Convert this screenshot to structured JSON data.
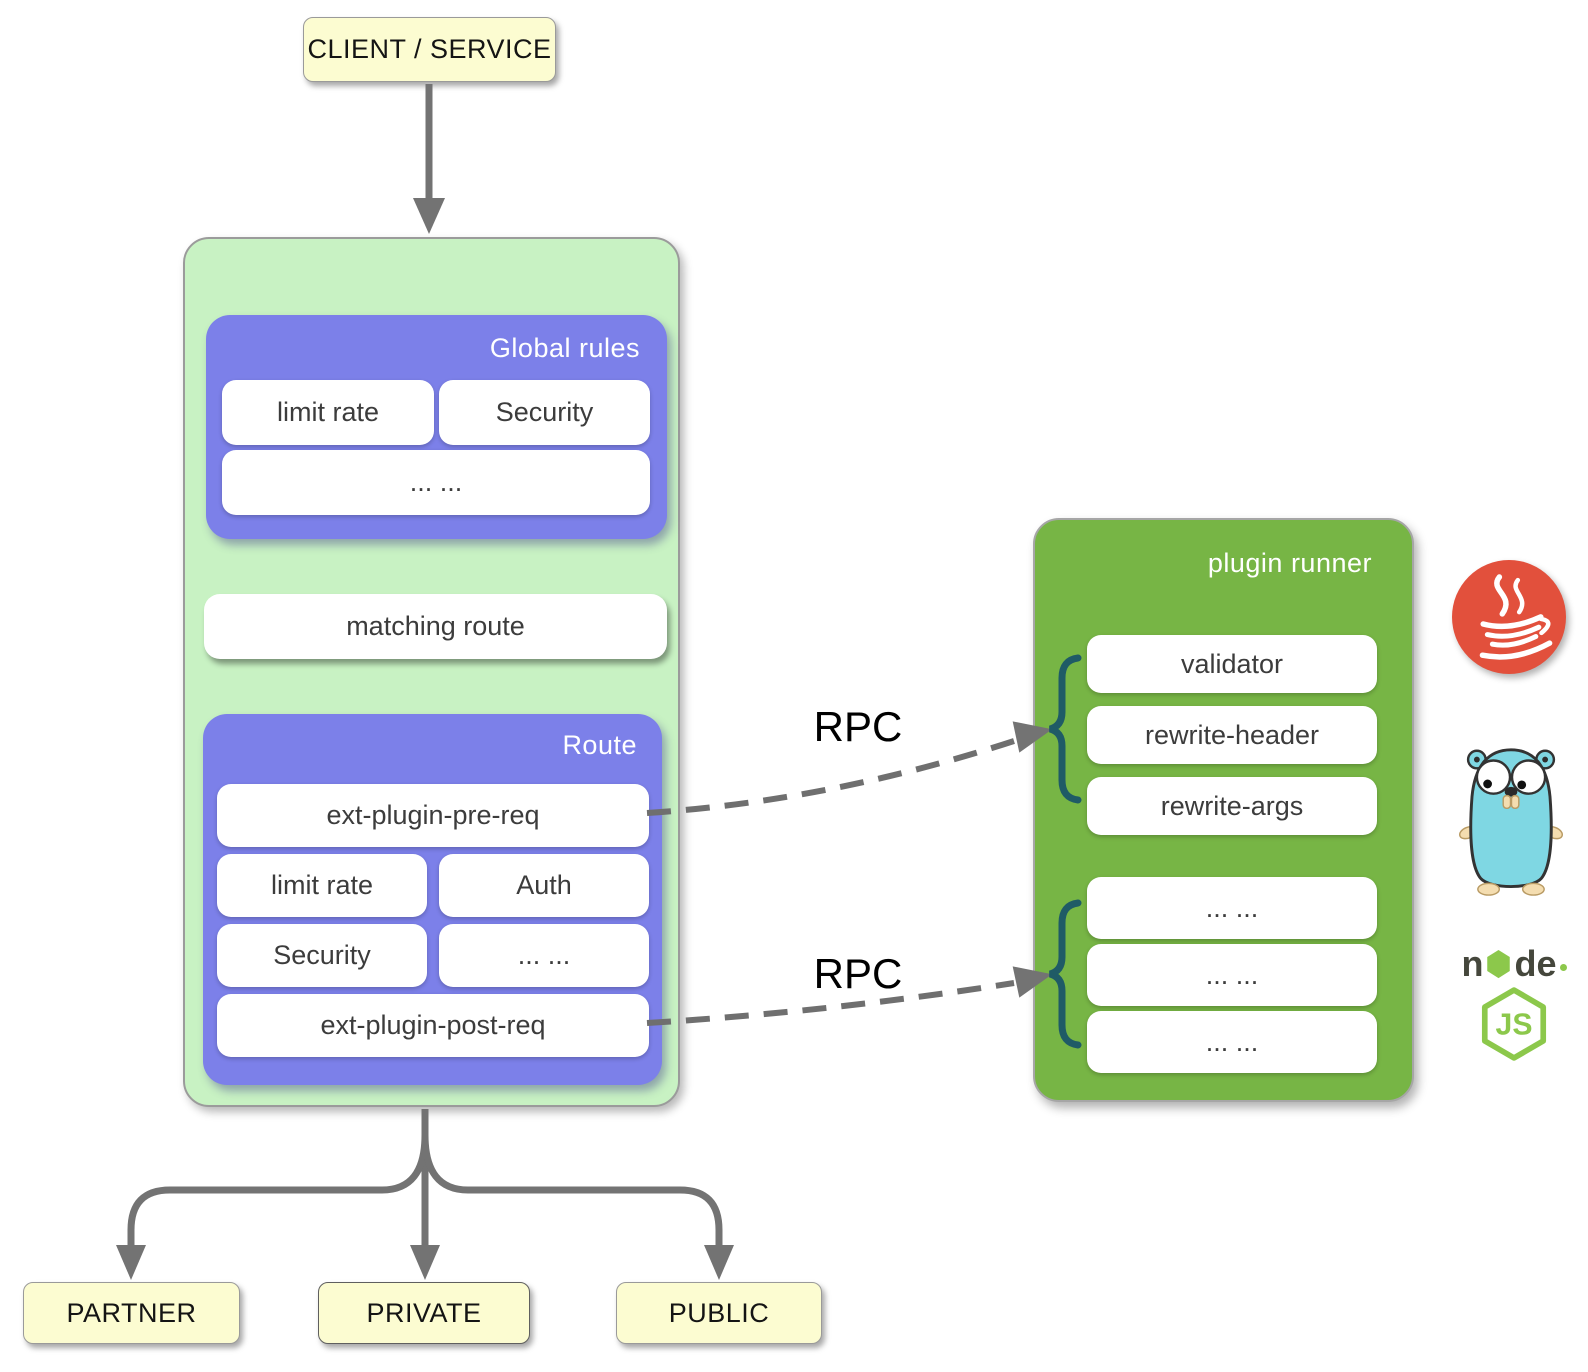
{
  "client_box": {
    "label": "CLIENT / SERVICE"
  },
  "gateway": {
    "global_rules": {
      "title": "Global rules",
      "chips": [
        "limit rate",
        "Security",
        "... ..."
      ]
    },
    "matching_route": {
      "label": "matching route"
    },
    "route": {
      "title": "Route",
      "pre_chip": "ext-plugin-pre-req",
      "chips": [
        "limit rate",
        "Auth",
        "Security",
        "... ..."
      ],
      "post_chip": "ext-plugin-post-req"
    }
  },
  "rpc": {
    "pre_label": "RPC",
    "post_label": "RPC"
  },
  "plugin_runner": {
    "title": "plugin runner",
    "named_chips": [
      "validator",
      "rewrite-header",
      "rewrite-args"
    ],
    "ellipsis_chips": [
      "... ...",
      "... ...",
      "... ..."
    ]
  },
  "upstreams": [
    "PARTNER",
    "PRIVATE",
    "PUBLIC"
  ],
  "runtime_icons": {
    "java": {
      "name": "java-icon"
    },
    "go": {
      "name": "go-gopher-icon"
    },
    "nodejs": {
      "name": "nodejs-icon",
      "word_left": "n",
      "word_right": "de",
      "hex_label": "JS"
    }
  },
  "colors": {
    "gateway_bg": "#c8f2c3",
    "plugin_box_purple": "#7c80e9",
    "runner_green": "#77b545",
    "endpoint_yellow": "#fcfcd1",
    "connector_gray": "#737373",
    "brace_teal": "#1f5b66",
    "java_red": "#e2503c",
    "gopher_blue": "#7fd7e3",
    "node_green": "#8cc84b"
  }
}
